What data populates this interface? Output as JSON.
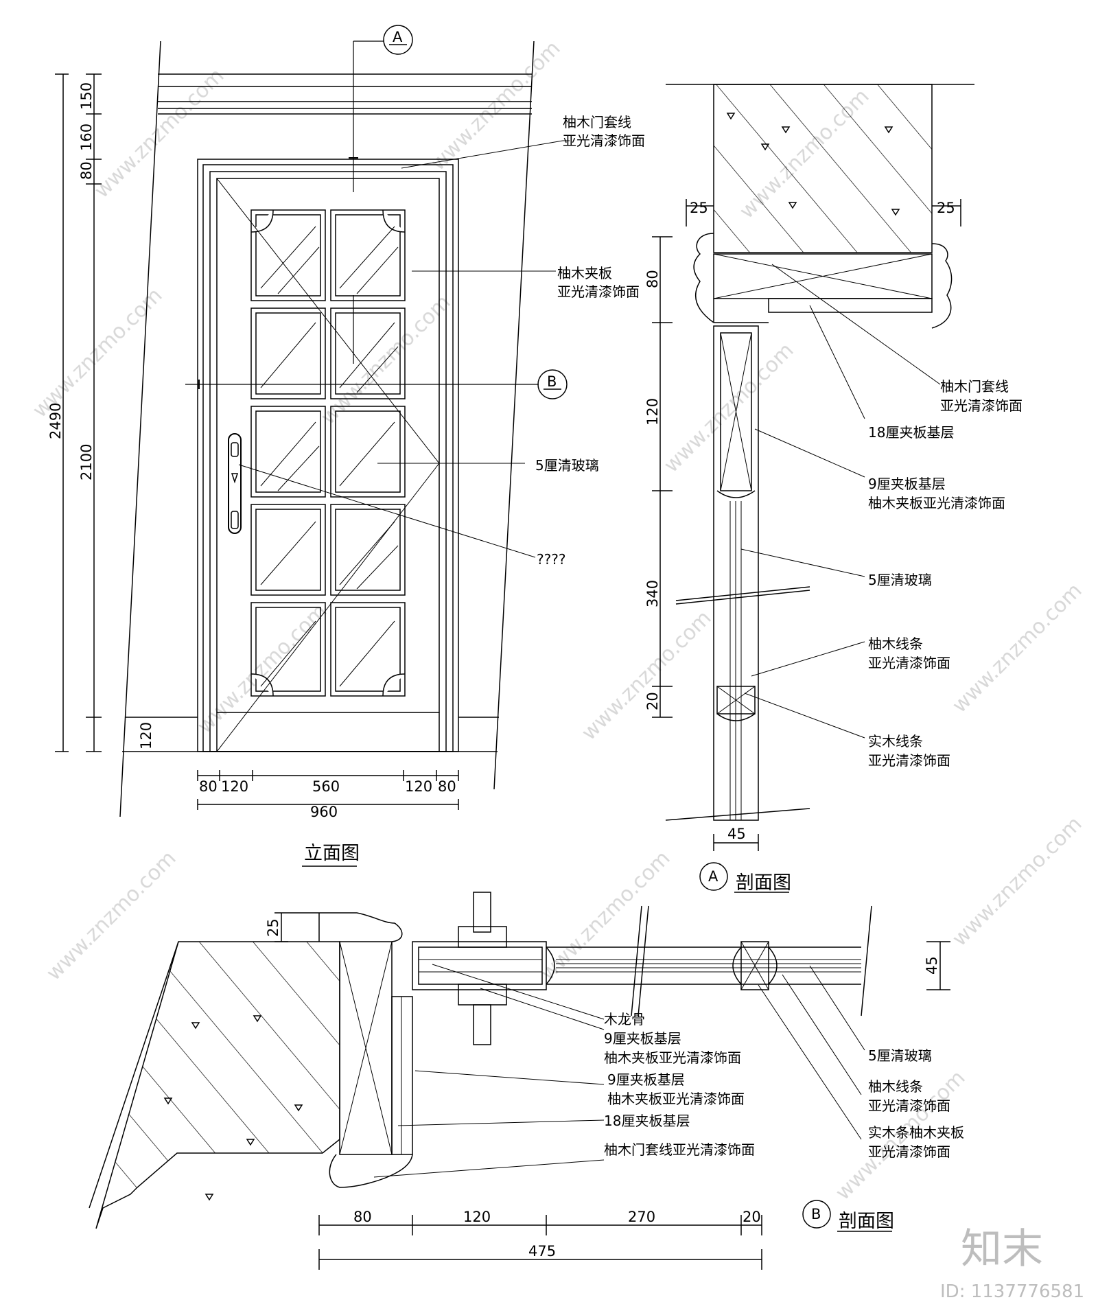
{
  "elevation": {
    "title": "立面图",
    "section_a_mark": "A",
    "section_b_mark": "B",
    "dims_left": [
      "2490",
      "2100",
      "150",
      "160",
      "80",
      "120"
    ],
    "dims_bottom": [
      "80",
      "120",
      "560",
      "120",
      "80",
      "960"
    ],
    "labels": [
      "柚木门套线",
      "亚光清漆饰面",
      "柚木夹板",
      "亚光清漆饰面",
      "5厘清玻璃",
      "????"
    ]
  },
  "section_a": {
    "mark": "A",
    "title": "剖面图",
    "dims": [
      "25",
      "25",
      "80",
      "120",
      "340",
      "20",
      "45"
    ],
    "labels": [
      "柚木门套线",
      "亚光清漆饰面",
      "18厘夹板基层",
      "9厘夹板基层",
      "柚木夹板亚光清漆饰面",
      "5厘清玻璃",
      "柚木线条",
      "亚光清漆饰面",
      "实木线条",
      "亚光清漆饰面"
    ]
  },
  "section_b": {
    "mark": "B",
    "title": "剖面图",
    "dims": [
      "25",
      "45",
      "80",
      "120",
      "270",
      "20",
      "475"
    ],
    "labels": [
      "木龙骨",
      "9厘夹板基层",
      "柚木夹板亚光清漆饰面",
      "9厘夹板基层",
      "柚木夹板亚光清漆饰面",
      "18厘夹板基层",
      "柚木门套线亚光清漆饰面",
      "5厘清玻璃",
      "柚木线条",
      "亚光清漆饰面",
      "实木条柚木夹板",
      "亚光清漆饰面"
    ]
  },
  "watermark": {
    "brand": "知末",
    "site": "www.znzmo.com",
    "id": "ID: 1137776581"
  }
}
